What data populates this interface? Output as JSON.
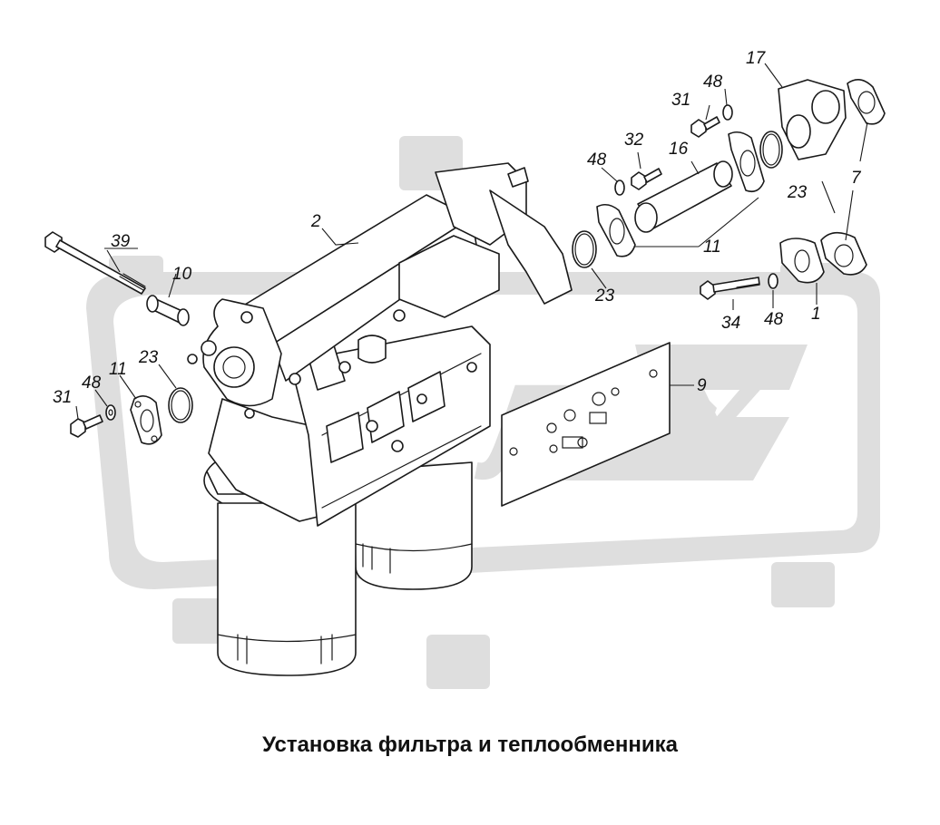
{
  "caption": "Установка фильтра и теплообменника",
  "watermark_text": "ЕЛЕХ",
  "callouts": {
    "c39": "39",
    "c10": "10",
    "c2": "2",
    "c23_left": "23",
    "c11_left": "11",
    "c48_left": "48",
    "c31_left": "31",
    "c48_top": "48",
    "c31_top": "31",
    "c48_mid": "48",
    "c32": "32",
    "c16": "16",
    "c17": "17",
    "c7": "7",
    "c23_right": "23",
    "c11_right": "11",
    "c23_mid": "23",
    "c34": "34",
    "c48_low": "48",
    "c1": "1",
    "c9": "9"
  },
  "colors": {
    "line": "#1a1a1a",
    "watermark": "#dedede",
    "background": "#ffffff"
  }
}
